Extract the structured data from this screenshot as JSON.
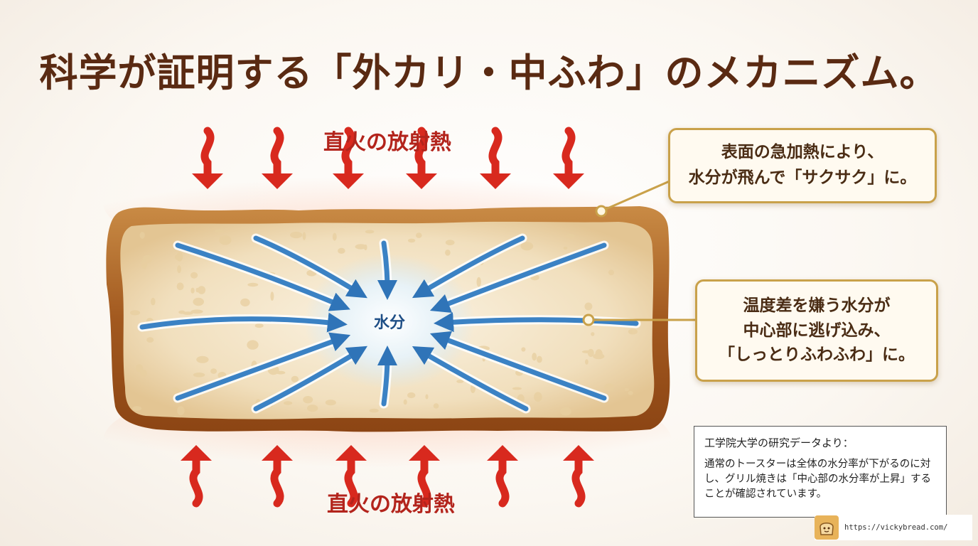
{
  "title": "科学が証明する「外カリ・中ふわ」のメカニズム。",
  "heat_top_label": "直火の放射熱",
  "heat_bottom_label": "直火の放射熱",
  "center_label": "水分",
  "callout_top": {
    "line1": "表面の急加熱により、",
    "line2": "水分が飛んで「サクサク」に。"
  },
  "callout_middle": {
    "line1": "温度差を嫌う水分が",
    "line2": "中心部に逃げ込み、",
    "line3": "「しっとりふわふわ」に。"
  },
  "note": {
    "heading": "工学院大学の研究データより：",
    "body": "通常のトースターは全体の水分率が下がるのに対し、グリル焼きは「中心部の水分率が上昇」することが確認されています。"
  },
  "footer": {
    "url": "https://vickybread.com/",
    "logo_icon": "bread-mascot-icon"
  },
  "colors": {
    "title": "#5a2a12",
    "heat_label": "#b3241c",
    "heat_arrow": "#d8291e",
    "moisture_arrow": "#3b82c4",
    "crust": "#b06a2a",
    "crumb": "#f3e4c6",
    "callout_border": "#c9a14a"
  }
}
